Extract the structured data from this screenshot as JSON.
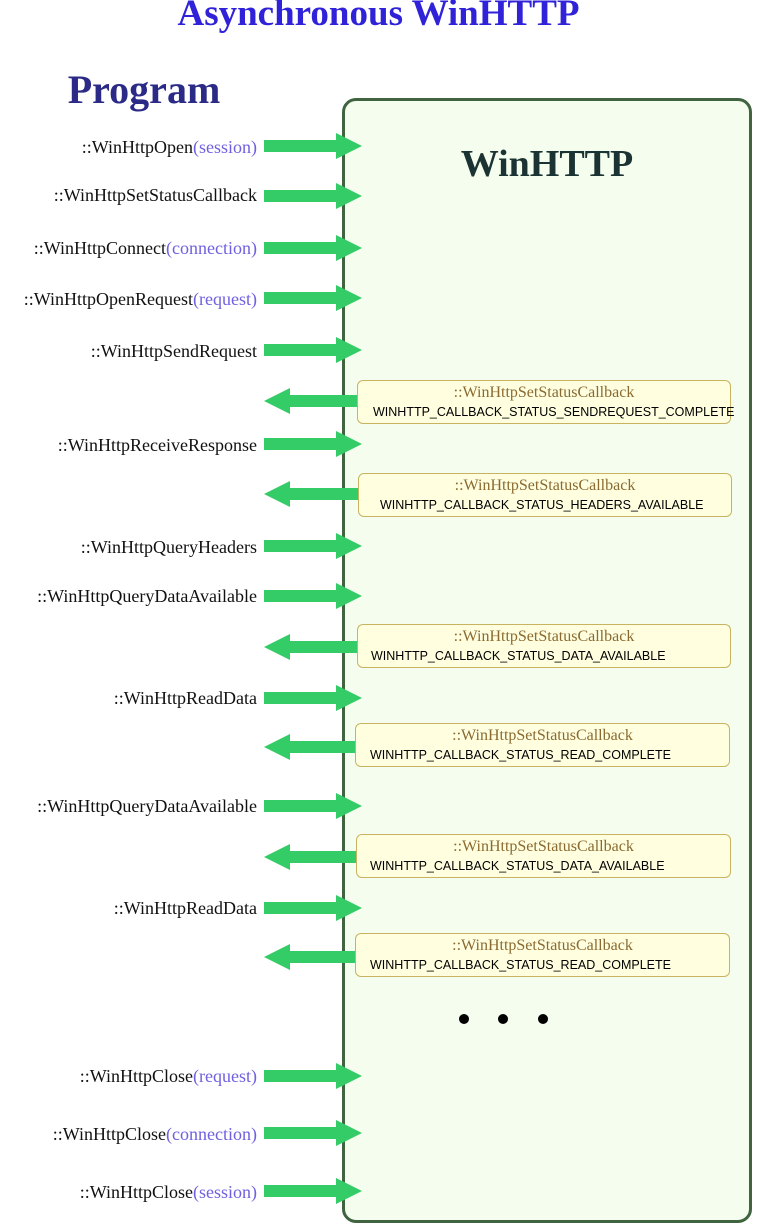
{
  "title": "Asynchronous WinHTTP",
  "program_label": "Program",
  "winhttp_label": "WinHTTP",
  "colors": {
    "title": "#2f22d8",
    "arrow": "#33cc66",
    "param": "#7060e0",
    "panel_border": "#3f643f",
    "panel_fill": "#f5fdef",
    "callback_fill": "#ffffe0",
    "callback_border": "#c8b460"
  },
  "calls": [
    {
      "fn": "::WinHttpOpen",
      "param": "(session)"
    },
    {
      "fn": "::WinHttpSetStatusCallback",
      "param": ""
    },
    {
      "fn": "::WinHttpConnect",
      "param": "(connection)"
    },
    {
      "fn": "::WinHttpOpenRequest",
      "param": "(request)"
    },
    {
      "fn": "::WinHttpSendRequest",
      "param": ""
    },
    {
      "fn": "::WinHttpReceiveResponse",
      "param": ""
    },
    {
      "fn": "::WinHttpQueryHeaders",
      "param": ""
    },
    {
      "fn": "::WinHttpQueryDataAvailable",
      "param": ""
    },
    {
      "fn": "::WinHttpReadData",
      "param": ""
    },
    {
      "fn": "::WinHttpQueryDataAvailable",
      "param": ""
    },
    {
      "fn": "::WinHttpReadData",
      "param": ""
    },
    {
      "fn": "::WinHttpClose",
      "param": "(request)"
    },
    {
      "fn": "::WinHttpClose",
      "param": "(connection)"
    },
    {
      "fn": "::WinHttpClose",
      "param": "(session)"
    }
  ],
  "callbacks": [
    {
      "fn": "::WinHttpSetStatusCallback",
      "status": "WINHTTP_CALLBACK_STATUS_SENDREQUEST_COMPLETE"
    },
    {
      "fn": "::WinHttpSetStatusCallback",
      "status": "WINHTTP_CALLBACK_STATUS_HEADERS_AVAILABLE"
    },
    {
      "fn": "::WinHttpSetStatusCallback",
      "status": "WINHTTP_CALLBACK_STATUS_DATA_AVAILABLE"
    },
    {
      "fn": "::WinHttpSetStatusCallback",
      "status": "WINHTTP_CALLBACK_STATUS_READ_COMPLETE"
    },
    {
      "fn": "::WinHttpSetStatusCallback",
      "status": "WINHTTP_CALLBACK_STATUS_DATA_AVAILABLE"
    },
    {
      "fn": "::WinHttpSetStatusCallback",
      "status": "WINHTTP_CALLBACK_STATUS_READ_COMPLETE"
    }
  ]
}
